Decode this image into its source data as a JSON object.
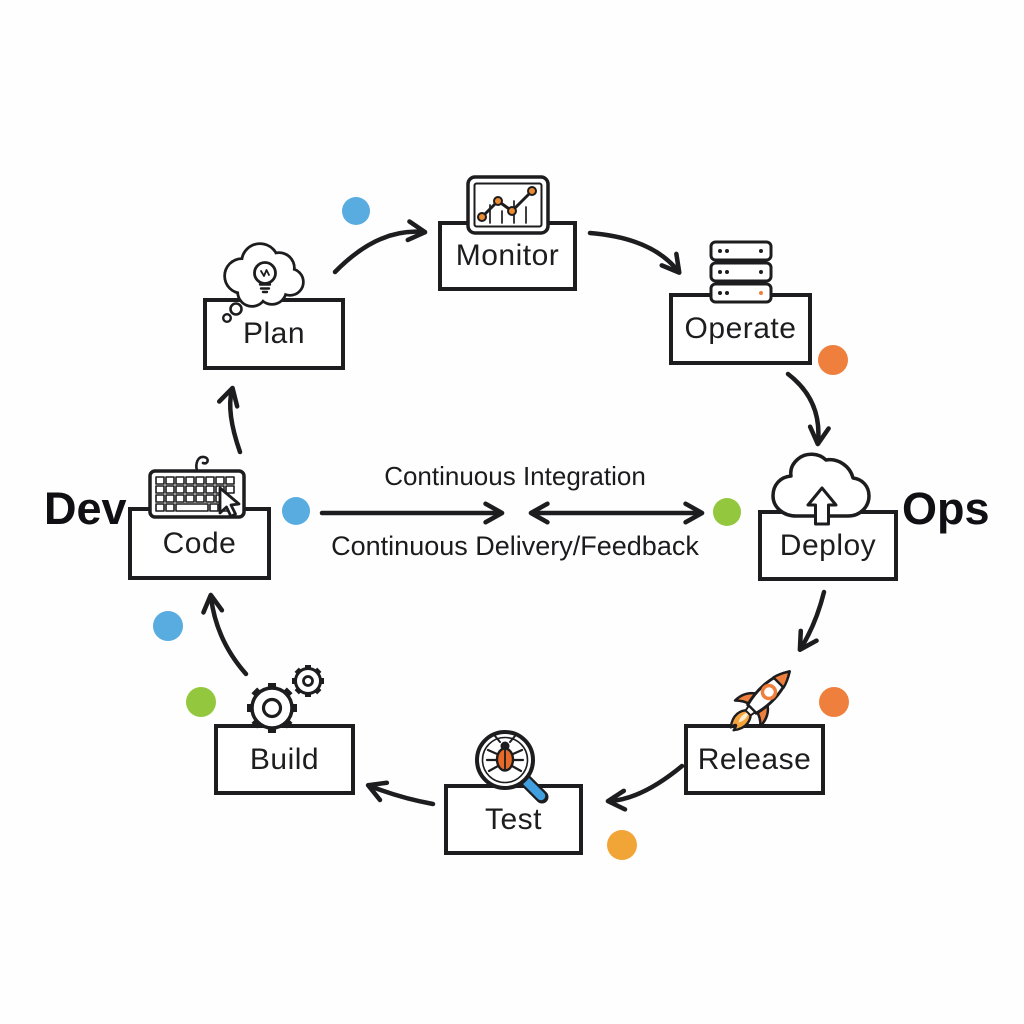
{
  "diagram": {
    "dev_label": "Dev",
    "ops_label": "Ops",
    "center": {
      "integration_label": "Continuous Integration",
      "delivery_label": "Continuous Delivery/Feedback"
    },
    "stages": [
      {
        "label": "Plan",
        "icon": "thought-lightbulb-icon"
      },
      {
        "label": "Monitor",
        "icon": "chart-monitor-icon"
      },
      {
        "label": "Operate",
        "icon": "server-stack-icon"
      },
      {
        "label": "Code",
        "icon": "keyboard-cursor-icon"
      },
      {
        "label": "Deploy",
        "icon": "cloud-upload-icon"
      },
      {
        "label": "Build",
        "icon": "gears-icon"
      },
      {
        "label": "Test",
        "icon": "bug-magnifier-icon"
      },
      {
        "label": "Release",
        "icon": "rocket-icon"
      }
    ],
    "accent_dots": [
      "blue",
      "blue",
      "blue",
      "green",
      "green",
      "orange",
      "orange",
      "amber"
    ],
    "colors": {
      "blue": "#58ace0",
      "green": "#93c83e",
      "orange": "#ef7f3d",
      "amber": "#f2a537",
      "line": "#1d1d1f",
      "handle_blue": "#3f9fdf",
      "bug_orange": "#e86a28",
      "chart_dot": "#ee8b2f",
      "flame": "#f6a33c"
    }
  }
}
